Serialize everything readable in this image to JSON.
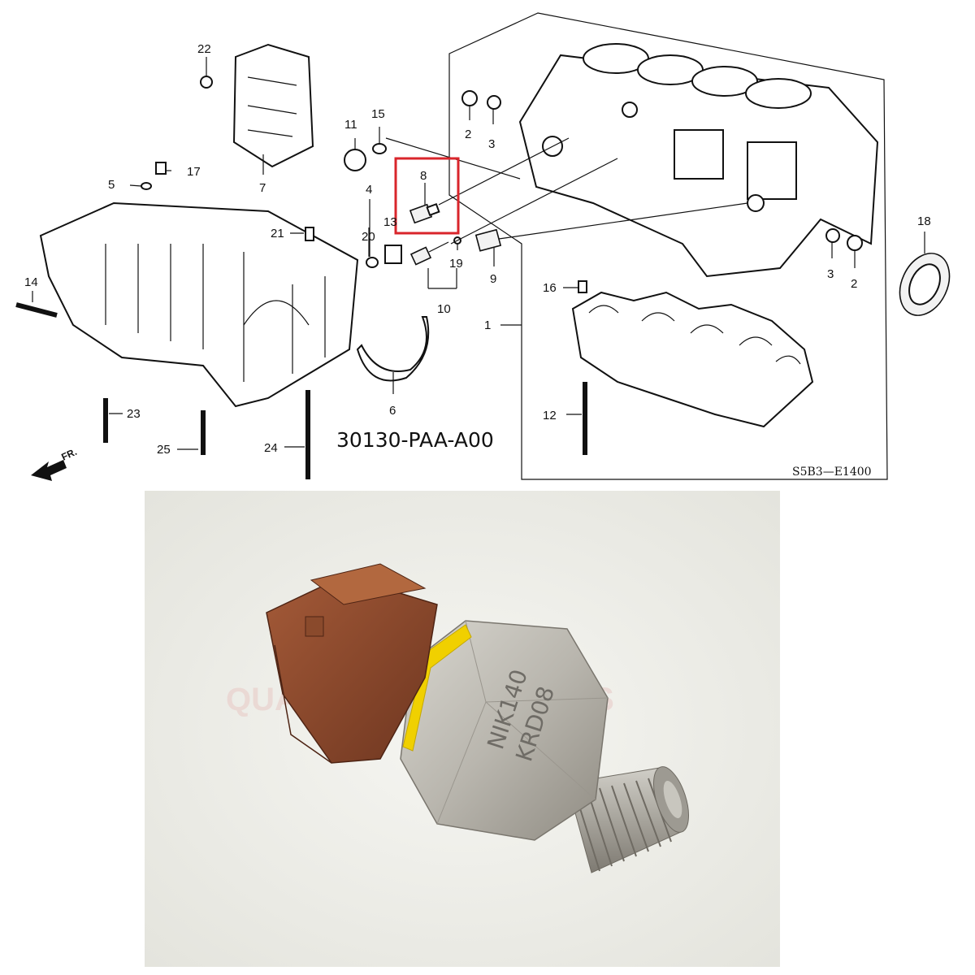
{
  "diagram": {
    "part_number": "30130-PAA-A00",
    "diagram_code": "S5B3—E1400",
    "front_indicator": "FR.",
    "highlight_color": "#d9252b",
    "callouts": [
      {
        "id": "c1",
        "label": "1"
      },
      {
        "id": "c2a",
        "label": "2"
      },
      {
        "id": "c2b",
        "label": "2"
      },
      {
        "id": "c3a",
        "label": "3"
      },
      {
        "id": "c3b",
        "label": "3"
      },
      {
        "id": "c4",
        "label": "4"
      },
      {
        "id": "c5",
        "label": "5"
      },
      {
        "id": "c6",
        "label": "6"
      },
      {
        "id": "c7",
        "label": "7"
      },
      {
        "id": "c8",
        "label": "8"
      },
      {
        "id": "c9",
        "label": "9"
      },
      {
        "id": "c10",
        "label": "10"
      },
      {
        "id": "c11",
        "label": "11"
      },
      {
        "id": "c12",
        "label": "12"
      },
      {
        "id": "c13",
        "label": "13"
      },
      {
        "id": "c14",
        "label": "14"
      },
      {
        "id": "c15",
        "label": "15"
      },
      {
        "id": "c16",
        "label": "16"
      },
      {
        "id": "c17",
        "label": "17"
      },
      {
        "id": "c18",
        "label": "18"
      },
      {
        "id": "c19",
        "label": "19"
      },
      {
        "id": "c20",
        "label": "20"
      },
      {
        "id": "c21",
        "label": "21"
      },
      {
        "id": "c22",
        "label": "22"
      },
      {
        "id": "c23",
        "label": "23"
      },
      {
        "id": "c24",
        "label": "24"
      },
      {
        "id": "c25",
        "label": "25"
      }
    ]
  },
  "photo": {
    "sensor_marking_line1": "NIK140",
    "sensor_marking_line2": "KRD08",
    "watermark": "QUALITY MOTOR PARTS",
    "connector_color": "#8a4a2c",
    "seal_color": "#f0d000",
    "body_color": "#b9b6ae"
  }
}
